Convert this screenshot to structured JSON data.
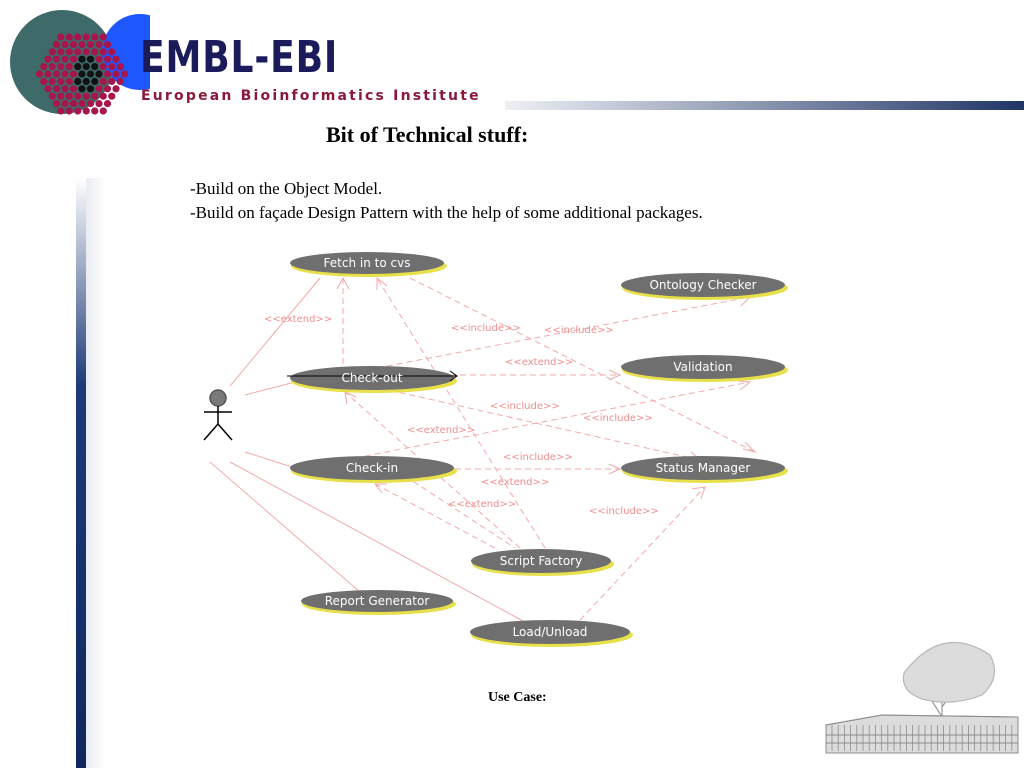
{
  "header": {
    "brand": "EMBL-EBI",
    "subtitle": "European Bioinformatics Institute"
  },
  "slide": {
    "title": "Bit of Technical stuff:",
    "bullets": [
      "-Build on the Object Model.",
      "-Build on façade Design Pattern with the help of some additional packages."
    ],
    "caption": "Use Case:"
  },
  "diagram": {
    "use_cases": [
      "Fetch in to cvs",
      "Ontology Checker",
      "Check-out",
      "Validation",
      "Check-in",
      "Status Manager",
      "Script Factory",
      "Report Generator",
      "Load/Unload"
    ],
    "relation_labels": {
      "extend": "<<extend>>",
      "include": "<<include>>"
    }
  },
  "colors": {
    "ellipse_fill": "#6f6f6f",
    "ellipse_shadow": "#e8e04a",
    "relation_line": "#f2aaaa",
    "relation_text": "#ee8e8e",
    "brand_navy": "#1b1b5c",
    "brand_maroon": "#8b1a3a"
  }
}
